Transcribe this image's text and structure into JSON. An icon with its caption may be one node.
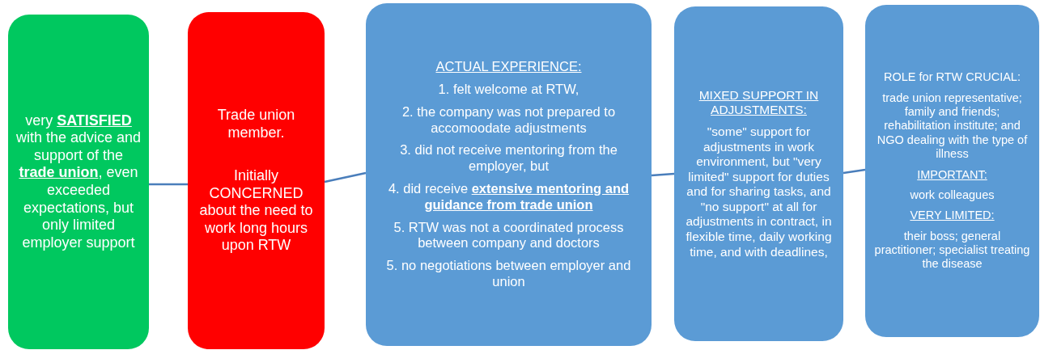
{
  "diagram": {
    "nodes": [
      {
        "text": [
          "very **SATISFIED** with the advice and support of the **trade union**, even exceeded expectations, but only limited employer support"
        ]
      },
      {
        "text": [
          "Trade union member.",
          "Initially CONCERNED about the need to work long hours upon RTW"
        ]
      },
      {
        "text": [
          "ACTUAL EXPERIENCE:",
          "1. felt welcome at RTW,",
          "2. the company was not prepared to accomoodate adjustments",
          "3. did not receive mentoring from the employer, but",
          "4. did receive **extensive mentoring and guidance from trade union**",
          "5. RTW was not a coordinated process between company and doctors",
          "5. no negotiations between employer and union"
        ]
      },
      {
        "text": [
          "MIXED SUPPORT IN ADJUSTMENTS:",
          "\"some\" support for adjustments in work environment, but \"very limited\" support for duties and for sharing tasks, and \"no support\" at all for adjustments in contract, in flexible time, daily working time, and with deadlines,"
        ]
      },
      {
        "text": [
          "ROLE for RTW CRUCIAL:",
          "trade union representative; family and friends; rehabilitation institute; and NGO dealing with the type of illness",
          "IMPORTANT:",
          "work colleagues",
          "VERY LIMITED:",
          "their boss; general practitioner; specialist treating the disease"
        ]
      }
    ],
    "edges": [
      {
        "from": 0,
        "to": 1,
        "arrow": "none"
      },
      {
        "from": 1,
        "to": 2,
        "arrow": "none"
      },
      {
        "from": 2,
        "to": 3,
        "arrow": "none"
      },
      {
        "from": 3,
        "to": 4,
        "arrow": "none"
      }
    ]
  }
}
